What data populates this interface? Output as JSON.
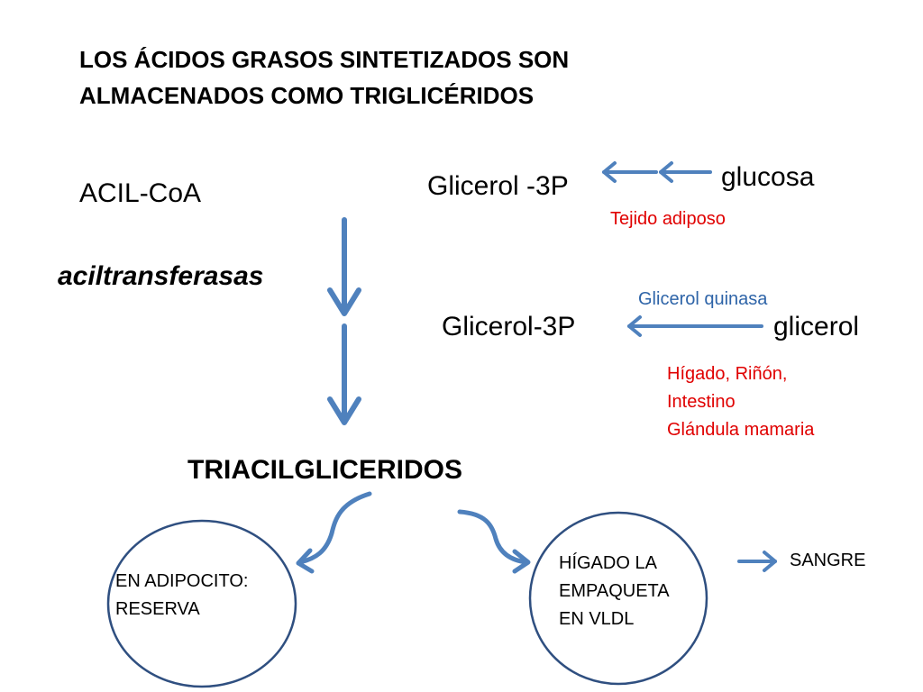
{
  "title": {
    "line1": "LOS ÁCIDOS GRASOS SINTETIZADOS SON",
    "line2": "ALMACENADOS COMO TRIGLICÉRIDOS"
  },
  "nodes": {
    "acil_coa": "ACIL-CoA",
    "aciltransferasas": "aciltransferasas",
    "glicerol_3p_top": "Glicerol -3P",
    "glucosa": "glucosa",
    "tejido_adiposo": "Tejido adiposo",
    "glicerol_quinasa": "Glicerol quinasa",
    "glicerol_3p_mid": "Glicerol-3P",
    "glicerol": "glicerol",
    "tissues": [
      "Hígado, Riñón,",
      "Intestino",
      "Glándula mamaria"
    ],
    "triacilgliceridos": "TRIACILGLICERIDOS",
    "adipocito": [
      "EN ADIPOCITO:",
      "RESERVA"
    ],
    "higado": [
      "HÍGADO LA",
      "EMPAQUETA",
      "EN VLDL"
    ],
    "sangre": "SANGRE"
  },
  "colors": {
    "arrow": "#4f81bd",
    "circle": "#2f4f80",
    "red_text": "#e00000",
    "blue_text": "#2e64a8"
  }
}
